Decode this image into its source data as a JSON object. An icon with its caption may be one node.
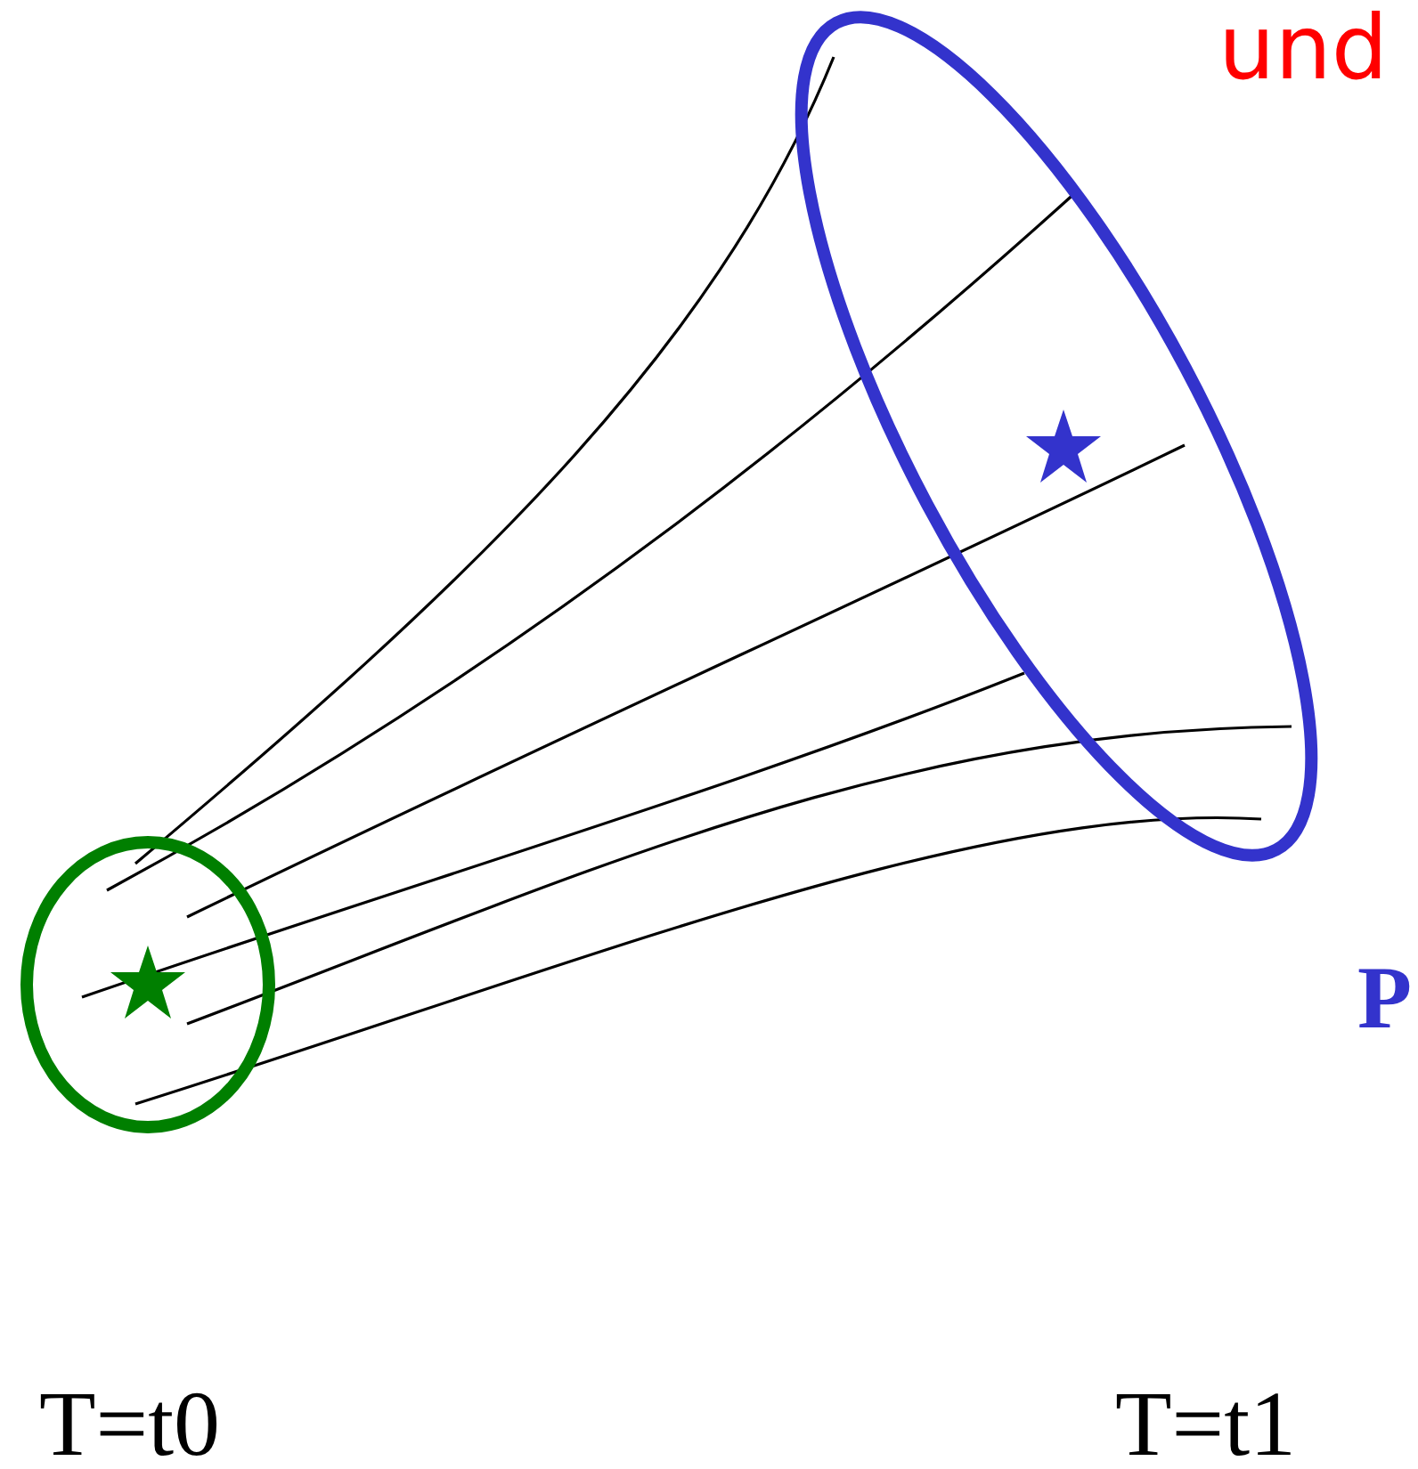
{
  "diagram": {
    "labels": [
      "und",
      "P",
      "T=t0",
      "T=t1"
    ]
  }
}
